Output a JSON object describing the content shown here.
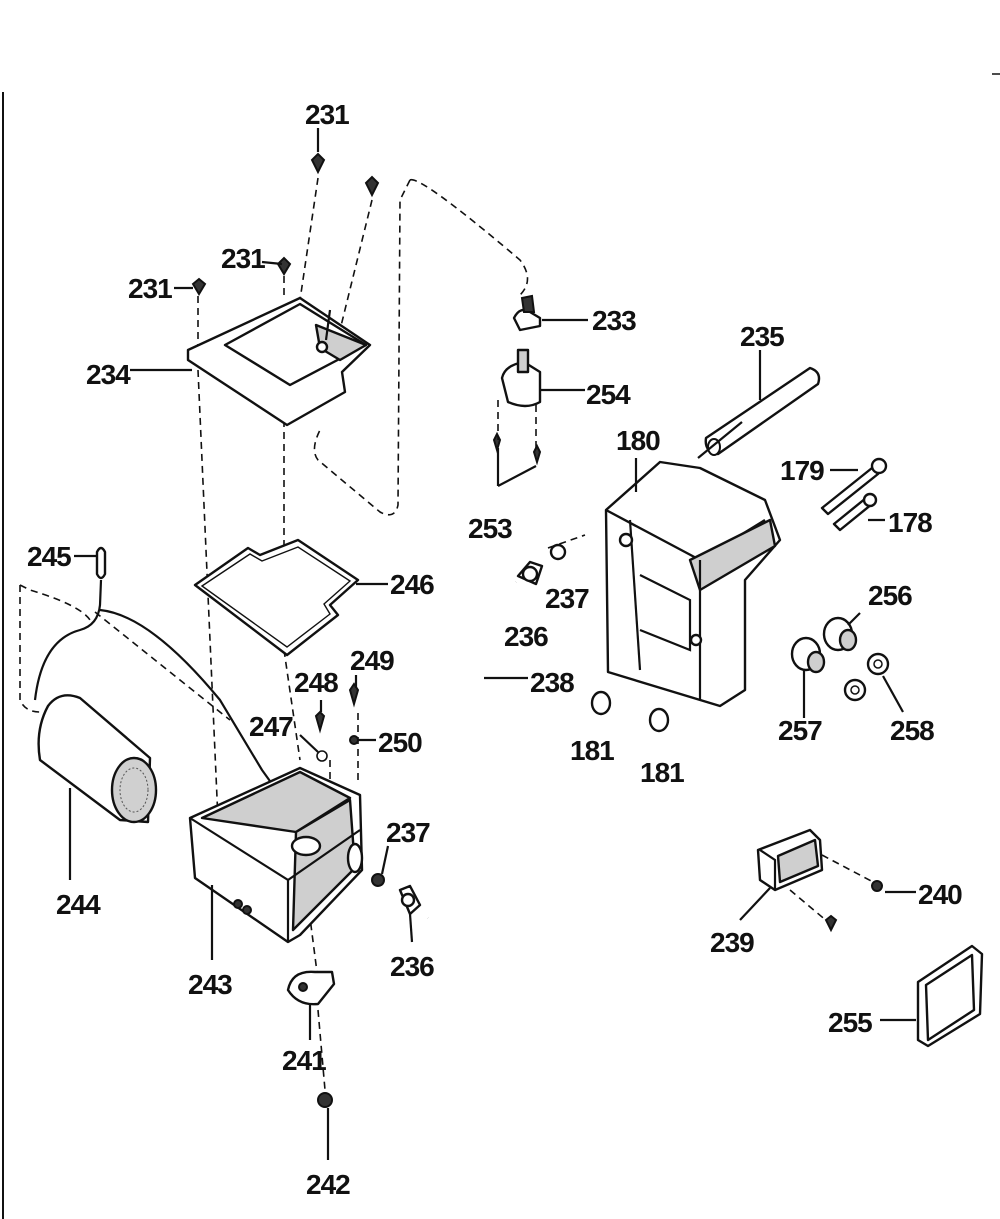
{
  "diagram": {
    "callouts": {
      "c231a": "231",
      "c231b": "231",
      "c231c": "231",
      "c233": "233",
      "c234": "234",
      "c235": "235",
      "c180": "180",
      "c254": "254",
      "c179": "179",
      "c178": "178",
      "c253": "253",
      "c237a": "237",
      "c236a": "236",
      "c245": "245",
      "c246": "246",
      "c256": "256",
      "c249": "249",
      "c248": "248",
      "c238": "238",
      "c247": "247",
      "c250": "250",
      "c257": "257",
      "c258": "258",
      "c181a": "181",
      "c181b": "181",
      "c244": "244",
      "c237b": "237",
      "c240": "240",
      "c239": "239",
      "c236b": "236",
      "c243": "243",
      "c255": "255",
      "c241": "241",
      "c242": "242"
    }
  }
}
